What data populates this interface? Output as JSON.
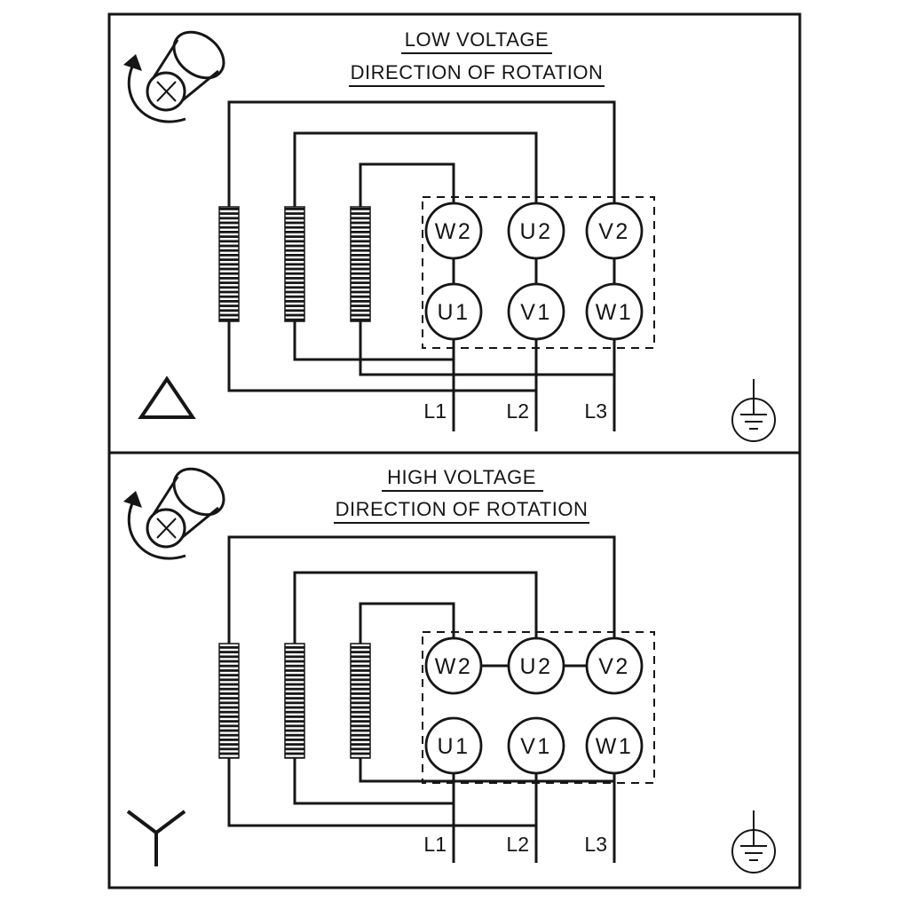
{
  "colors": {
    "ink": "#161616",
    "paper": "#ffffff"
  },
  "panels": [
    {
      "title": "LOW VOLTAGE",
      "subtitle": "DIRECTION OF ROTATION",
      "connection": "delta",
      "terminals": {
        "top_row": [
          "W2",
          "U2",
          "V2"
        ],
        "bottom_row": [
          "U1",
          "V1",
          "W1"
        ]
      },
      "supply_lines": [
        "L1",
        "L2",
        "L3"
      ],
      "icons": [
        "rotation-direction-icon",
        "delta-connection-icon",
        "earth-ground-icon"
      ]
    },
    {
      "title": "HIGH VOLTAGE",
      "subtitle": "DIRECTION OF ROTATION",
      "connection": "star",
      "terminals": {
        "top_row": [
          "W2",
          "U2",
          "V2"
        ],
        "bottom_row": [
          "U1",
          "V1",
          "W1"
        ]
      },
      "supply_lines": [
        "L1",
        "L2",
        "L3"
      ],
      "icons": [
        "rotation-direction-icon",
        "star-connection-icon",
        "earth-ground-icon"
      ]
    }
  ]
}
